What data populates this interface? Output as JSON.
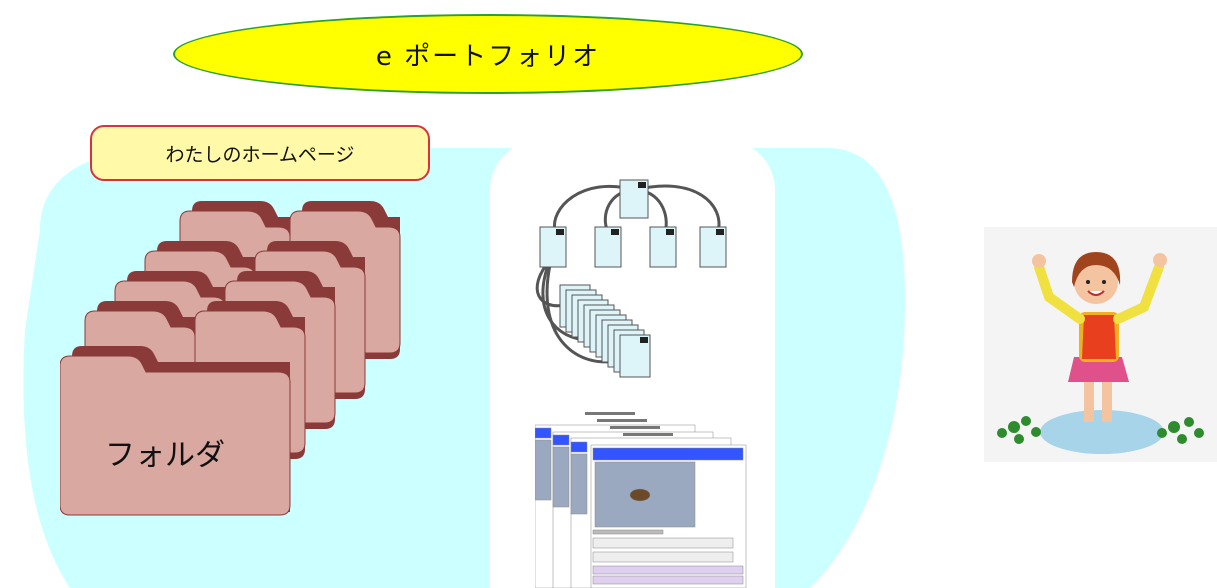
{
  "title": "e ポートフォリオ",
  "homepage_label": "わたしのホームページ",
  "folder_label": "フォルダ",
  "colors": {
    "title_fill": "#ffff00",
    "title_border": "#2ca02c",
    "cloud": "#ccffff",
    "folder_front": "#d9a8a0",
    "folder_back": "#8b3a3a",
    "label_fill": "#fff9a8",
    "label_border": "#d6343c",
    "doc_fill": "#ddf5f8"
  },
  "icons": {
    "folder_stack": "folder-icon",
    "doc_tree": "document-tree-icon",
    "web_pages": "web-page-thumbnails",
    "girl": "cheering-girl-illustration"
  }
}
